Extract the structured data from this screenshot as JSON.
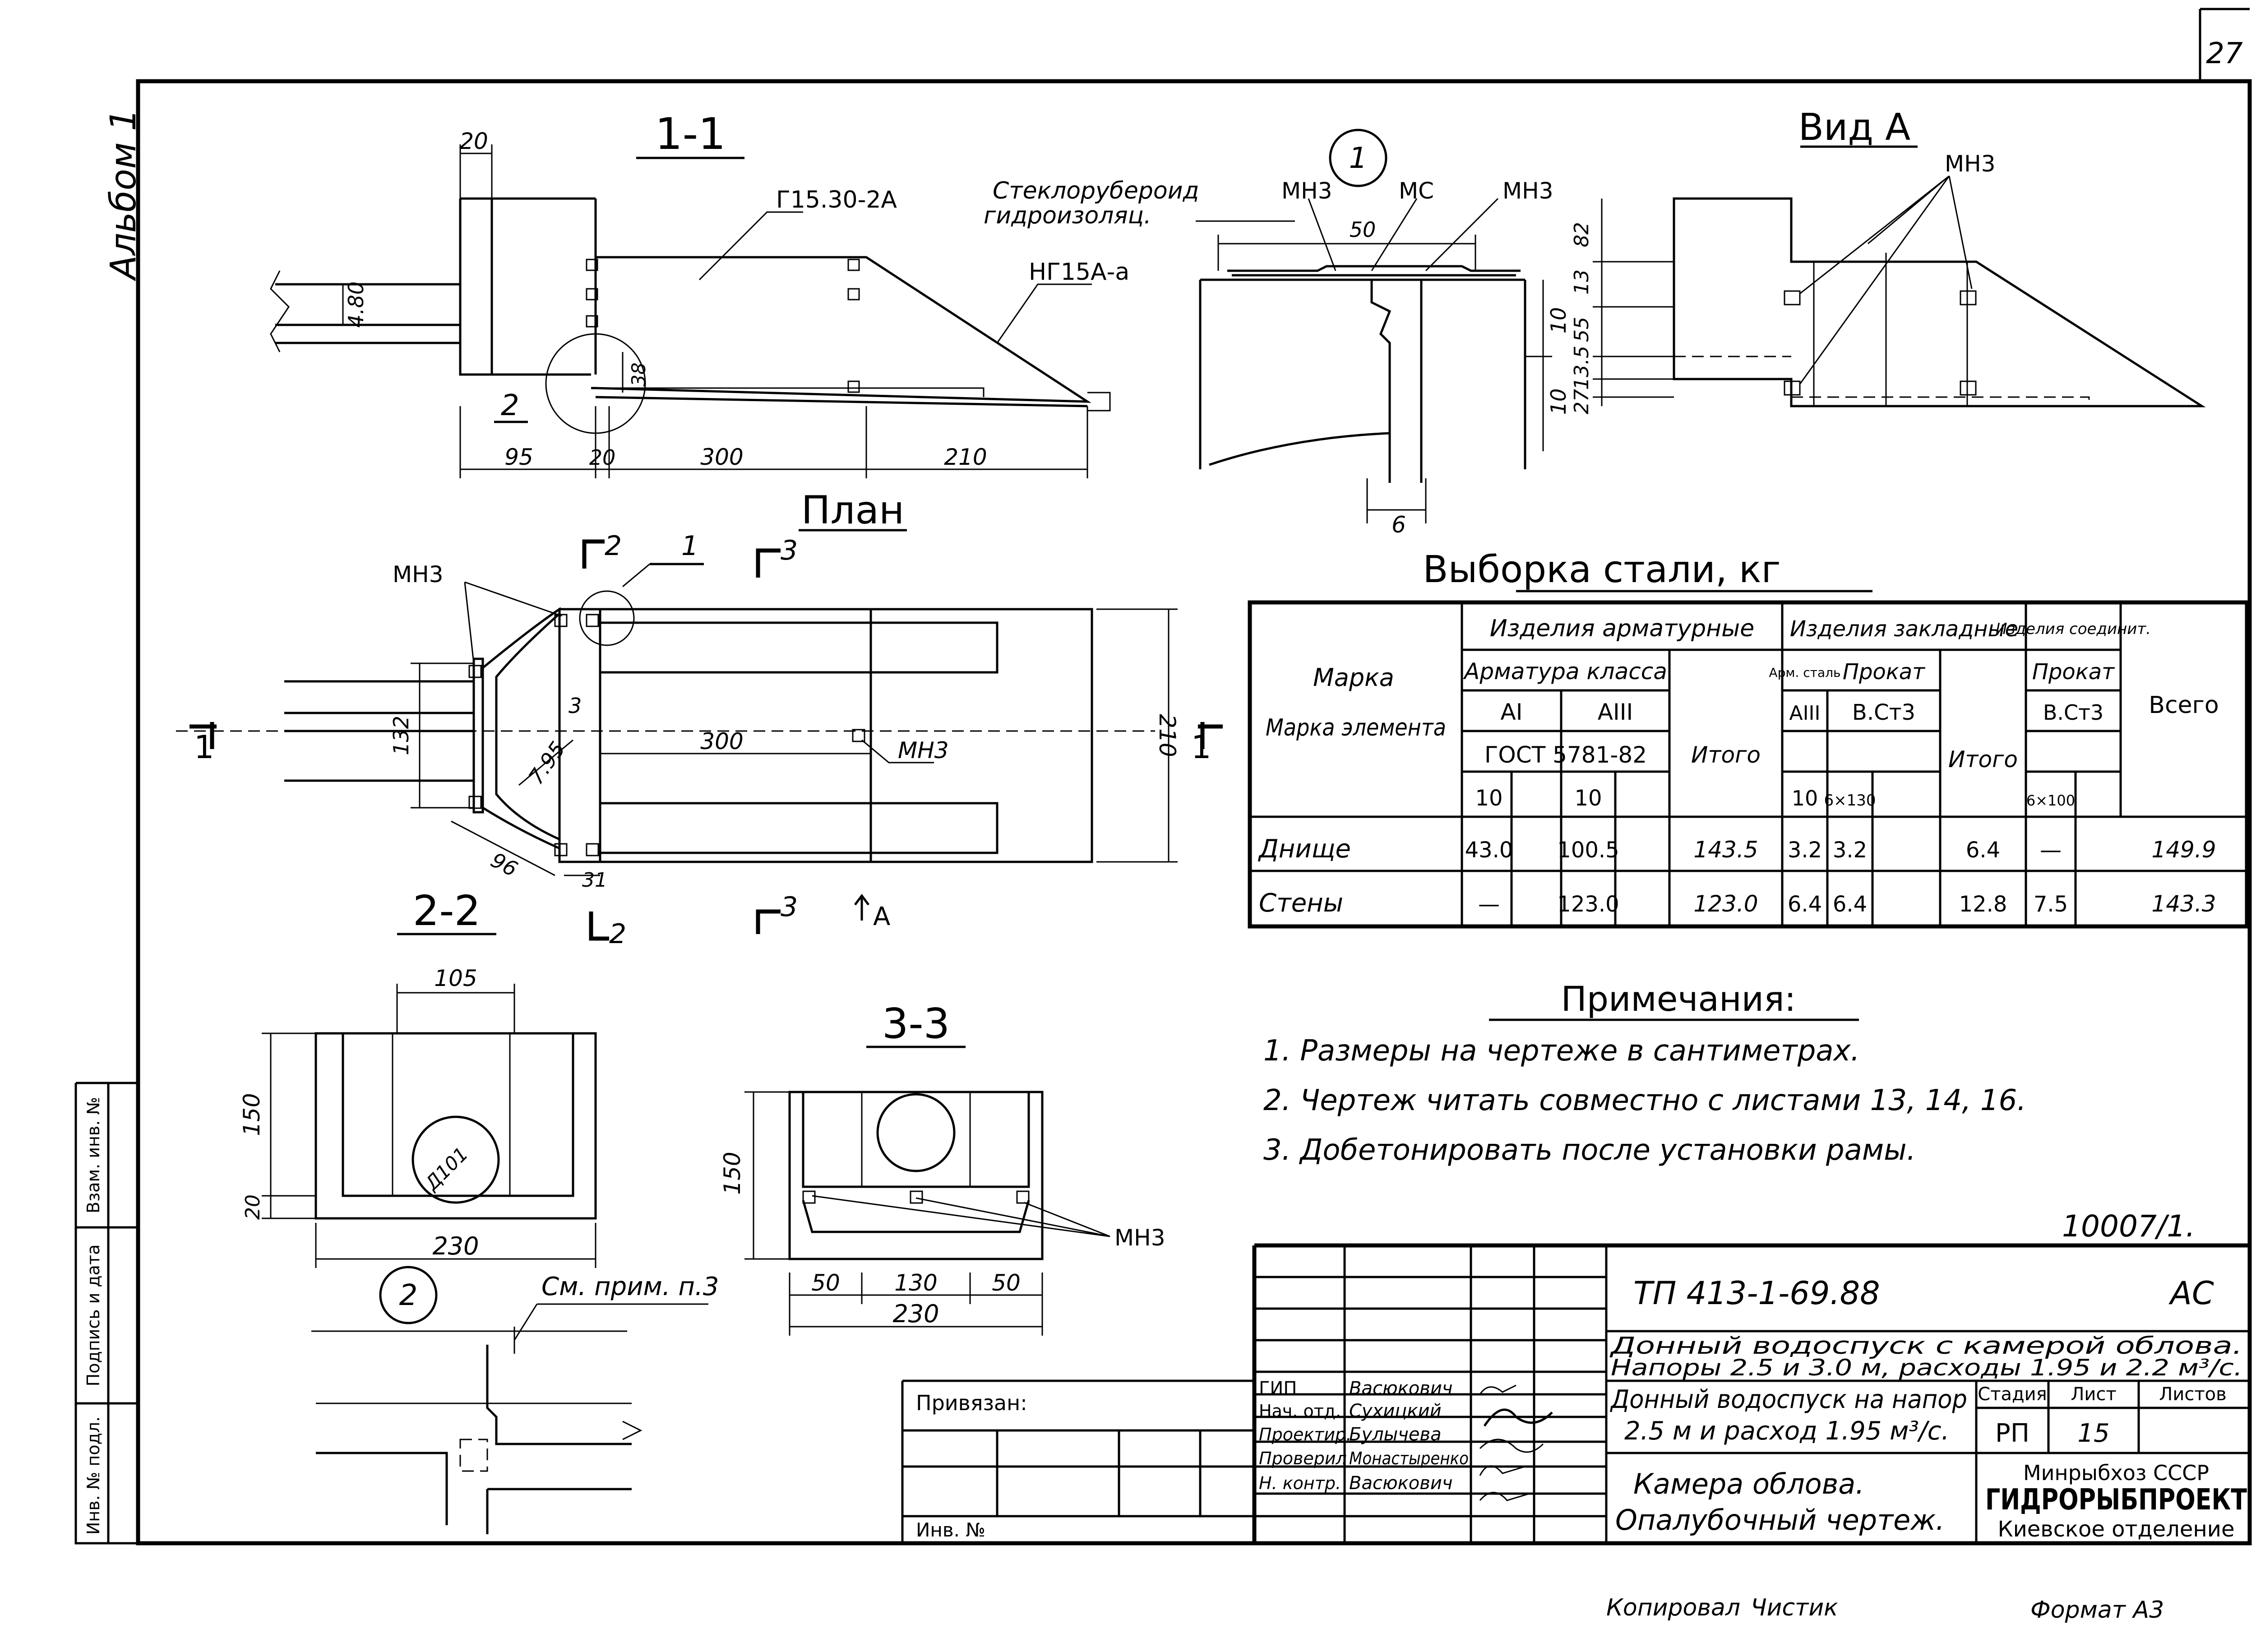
{
  "sheet_number": "27",
  "album_label": "Альбом 1",
  "section_1_1": {
    "title": "1-1",
    "label_panel": "Г15.30-2А",
    "label_slope": "НГ15А-а",
    "callout": "2",
    "dims": [
      "20",
      "4.80",
      "38",
      "95",
      "20",
      "300",
      "210"
    ]
  },
  "detail_1": {
    "marker": "1",
    "label_fiberglass_1": "Стеклорубероид",
    "label_fiberglass_2": "гидроизоляц.",
    "label_mn3_a": "МН3",
    "label_mc": "МС",
    "label_mn3_b": "МН3",
    "dims": [
      "50",
      "10",
      "10",
      "6"
    ]
  },
  "view_a": {
    "title": "Вид А",
    "label_mn3": "МН3",
    "dims": [
      "82",
      "13",
      "55",
      "13.5",
      "27"
    ]
  },
  "plan": {
    "title": "План",
    "label_mn3_left": "МН3",
    "label_mn3_center": "МН3",
    "cut_marks": [
      "2",
      "1",
      "3",
      "1",
      "1",
      "3",
      "2",
      "А"
    ],
    "dims": [
      "132",
      "3",
      "7.95",
      "300",
      "96",
      "31",
      "210"
    ]
  },
  "section_2_2": {
    "title": "2-2",
    "diam": "Д101",
    "dims": [
      "105",
      "150",
      "20",
      "230"
    ]
  },
  "section_3_3": {
    "title": "3-3",
    "label_mn3": "МН3",
    "dims": [
      "150",
      "50",
      "130",
      "50",
      "230"
    ]
  },
  "detail_2": {
    "marker": "2",
    "note": "См. прим. п.3"
  },
  "steel_table": {
    "title": "Выборка стали, кг",
    "head": {
      "mark": "Марка элемента",
      "arm_items": "Изделия арматурные",
      "arm_class": "Арматура класса",
      "a1": "АI",
      "a3": "АIII",
      "gost": "ГОСТ 5781-82",
      "total_arm": "Итого",
      "embedded": "Изделия закладные",
      "arm_steel": "Арм. сталь",
      "rolled": "Прокат",
      "a3b": "АIII",
      "bst3": "В.Ст3",
      "total_emb": "Итого",
      "joining": "Изделия соединит.",
      "rolled2": "Прокат",
      "bst3b": "В.Ст3",
      "grand": "Всего",
      "d1": "10",
      "d2": "10",
      "d3": "10",
      "d4": "6×130",
      "d5": "6×100"
    },
    "rows": [
      {
        "name": "Днище",
        "a1": "43.0",
        "a3": "100.5",
        "total_arm": "143.5",
        "a3b": "3.2",
        "bst3": "3.2",
        "total_emb": "6.4",
        "bst3b": "—",
        "grand": "149.9"
      },
      {
        "name": "Стены",
        "a1": "—",
        "a3": "123.0",
        "total_arm": "123.0",
        "a3b": "6.4",
        "bst3": "6.4",
        "total_emb": "12.8",
        "bst3b": "7.5",
        "grand": "143.3"
      }
    ]
  },
  "notes": {
    "title": "Примечания:",
    "items": [
      "1. Размеры на чертеже в сантиметрах.",
      "2. Чертеж читать совместно с листами 13, 14, 16.",
      "3. Добетонировать после установки рамы."
    ]
  },
  "doc_code": "10007/1.",
  "title_block": {
    "project_code": "ТП 413-1-69.88",
    "mark": "АС",
    "desc1": "Донный водоспуск с камерой облова.",
    "desc2": "Напоры 2.5 и 3.0 м, расходы 1.95 и 2.2 м³/с.",
    "sub1": "Донный водоспуск на напор",
    "sub2": "2.5 м и расход 1.95 м³/с.",
    "stage_h": "Стадия",
    "sheet_h": "Лист",
    "sheets_h": "Листов",
    "stage": "РП",
    "sheet": "15",
    "sheets": "",
    "dwg1": "Камера облова.",
    "dwg2": "Опалубочный чертеж.",
    "org1": "Минрыбхоз СССР",
    "org2": "ГИДРОРЫБПРОЕКТ",
    "org3": "Киевское отделение",
    "bound": "Привязан:",
    "inv": "Инв. №",
    "roles": [
      {
        "role": "ГИП",
        "name": "Васюкович"
      },
      {
        "role": "Нач. отд.",
        "name": "Сухицкий"
      },
      {
        "role": "Проектир.",
        "name": "Булычева"
      },
      {
        "role": "Проверил",
        "name": "Монастыренко"
      },
      {
        "role": "Н. контр.",
        "name": "Васюкович"
      }
    ]
  },
  "side_stamp": [
    "Инв. № подл.",
    "Подпись и дата",
    "Взам. инв. №"
  ],
  "footer": {
    "copied_label": "Копировал",
    "copied_name": "Чистик",
    "format": "Формат А3"
  }
}
